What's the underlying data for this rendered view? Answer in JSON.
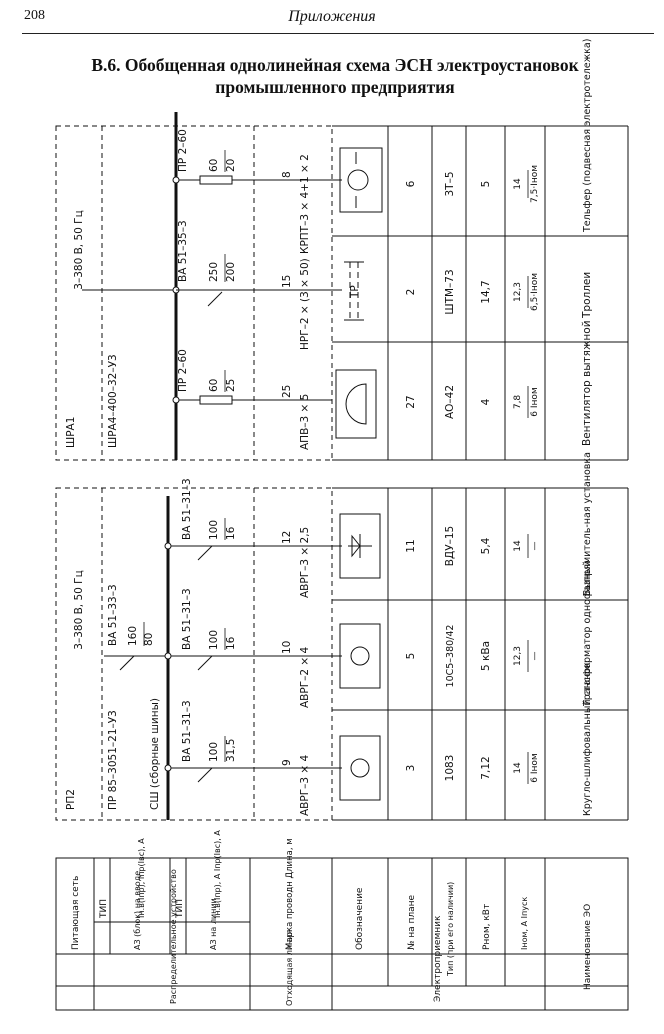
{
  "page": {
    "number": "208",
    "header": "Приложения",
    "title_line1": "В.6. Обобщенная однолинейная схема ЭСН электроустановок",
    "title_line2": "промышленного предприятия"
  },
  "block1": {
    "source_name": "ШРА1",
    "source_voltage": "3–380 В, 50 Гц",
    "source_type": "ШРА4–400–32–У3",
    "branches": [
      {
        "fuse_type": "ПР 2–60",
        "rating_top": "60",
        "rating_bottom": "20",
        "cable": "КРПТ–3 × 4+1 × 2",
        "length": "8",
        "symbol": "hoist",
        "num": "6",
        "type": "3Т–5",
        "power": "5",
        "current_top": "14",
        "current_bottom": "7,5·Iном",
        "name": "Тельфер (подвесная электротележка)"
      },
      {
        "fuse_type": "ВА 51–35–3",
        "rating_top": "250",
        "rating_bottom": "200",
        "cable": "НРГ–2 × (3 × 50)",
        "length": "15",
        "symbol": "trolley",
        "sym_label": "ТР",
        "num": "2",
        "type": "ШТМ–73",
        "power": "14,7",
        "current_top": "12,3",
        "current_bottom": "6,5·Iном",
        "name": "Троллеи"
      },
      {
        "fuse_type": "ПР 2–60",
        "rating_top": "60",
        "rating_bottom": "25",
        "cable": "АПВ–3 × 5",
        "length": "25",
        "symbol": "fan",
        "num": "27",
        "type": "АО–42",
        "power": "4",
        "current_top": "7,8",
        "current_bottom": "6 Iном",
        "name": "Вентилятор вытяжной"
      }
    ]
  },
  "block2": {
    "source_name": "РП2",
    "source_voltage": "3–380 В, 50 Гц",
    "source_type": "ПР 85–3051–21–У3",
    "busbar": "СШ (сборные шины)",
    "main_breaker": "ВА 51–33–3",
    "main_top": "160",
    "main_bottom": "80",
    "branches": [
      {
        "breaker": "ВА 51–31–3",
        "rating_top": "100",
        "rating_bottom": "16",
        "cable": "АВРГ–3 × 2,5",
        "length": "12",
        "symbol": "diode",
        "num": "11",
        "type": "ВДУ–15",
        "power": "5,4",
        "current_top": "14",
        "current_bottom": "—",
        "name": "Выпрямитель-ная установка"
      },
      {
        "breaker": "ВА 51–31–3",
        "rating_top": "100",
        "rating_bottom": "16",
        "cable": "АВРГ–2 × 4",
        "length": "10",
        "symbol": "circle",
        "num": "5",
        "type": "10С5–380/42",
        "power": "5 кВа",
        "current_top": "12,3",
        "current_bottom": "—",
        "name": "Трансформатор однофазный"
      },
      {
        "breaker": "ВА 51–31–3",
        "rating_top": "100",
        "rating_bottom": "31,5",
        "cable": "АВРГ–3 × 4",
        "length": "9",
        "symbol": "circle",
        "num": "3",
        "type": "1083",
        "power": "7,12",
        "current_top": "14",
        "current_bottom": "6 Iном",
        "name": "Кругло-шлифовальный станок"
      }
    ]
  },
  "legend": {
    "supply": "Питающая сеть",
    "type1": "ТИП",
    "current1": "Iн.в(Iпр), Iпр(Iвс), А",
    "group1": "АЗ (блок) на вводе",
    "type2": "ТИП",
    "current2": "Iн.в(Iпр), А Iпр(Iвс), А",
    "group2": "АЗ на линии",
    "distrib": "Распределительное устройство",
    "cable_mark": "Марка проводн Длина, м",
    "outgoing": "Отходящая линия",
    "designation": "Обозначение",
    "plan_num": "№ на плане",
    "type_note": "Тип (при его наличии)",
    "power": "Pном, кВт",
    "current": "Iном, А Iпуск",
    "name": "Наименование ЭО",
    "consumers": "Электроприемник"
  }
}
